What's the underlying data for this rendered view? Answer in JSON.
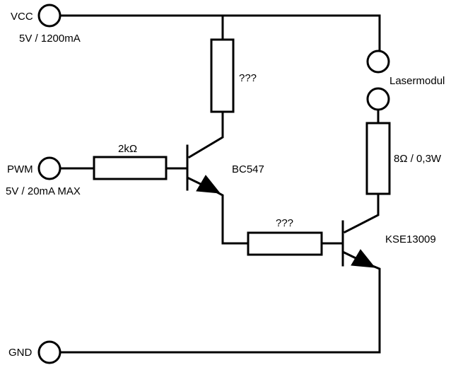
{
  "terminals": {
    "vcc": {
      "name": "VCC",
      "spec": "5V / 1200mA"
    },
    "pwm": {
      "name": "PWM",
      "spec": "5V / 20mA MAX"
    },
    "gnd": {
      "name": "GND"
    }
  },
  "components": {
    "r_collector": {
      "value": "???"
    },
    "r_base1": {
      "value": "2kΩ"
    },
    "r_base2": {
      "value": "???"
    },
    "r_laser": {
      "value": "8Ω / 0,3W"
    },
    "q1": {
      "part": "BC547"
    },
    "q2": {
      "part": "KSE13009"
    },
    "laser": {
      "name": "Lasermodul"
    }
  }
}
